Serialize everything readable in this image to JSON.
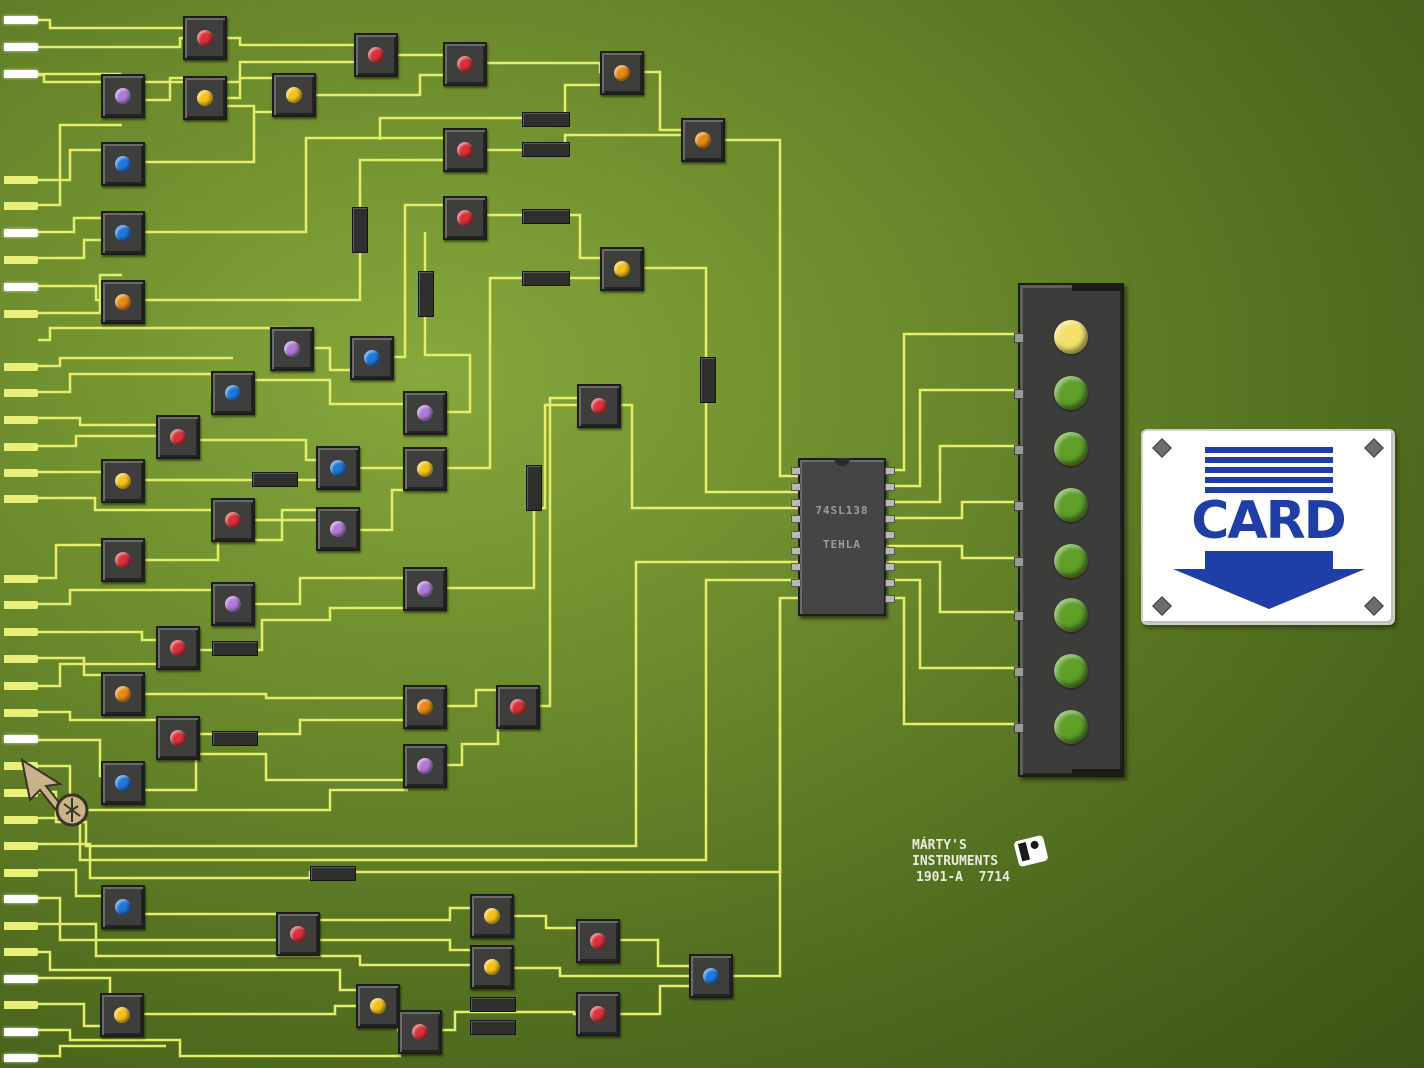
{
  "chip": {
    "label_top": "74SL138",
    "label_bottom": "TEHLA"
  },
  "card_button": {
    "label": "CARD"
  },
  "maker": {
    "line1": "MÁRTY'S",
    "line2": "INSTRUMENTS",
    "line3": "1901-A  7714"
  },
  "colors": {
    "trace": "#e4ee6a",
    "red": "#d8323a",
    "orange": "#e88a14",
    "yellow": "#f5c21a",
    "purple": "#b07ad6",
    "blue": "#1f78dc",
    "output_on": "#f2e06a",
    "output_off": "#5f9f2a",
    "card_blue": "#1f3fa6"
  },
  "input_pins": [
    "on",
    "on",
    "on",
    "off",
    "off",
    "on",
    "off",
    "on",
    "off",
    "off",
    "off",
    "off",
    "off",
    "off",
    "off",
    "off",
    "off",
    "off",
    "off",
    "off",
    "off",
    "on",
    "off",
    "off",
    "off",
    "off",
    "off",
    "on",
    "off",
    "off",
    "on",
    "off",
    "on",
    "on",
    "off",
    "off",
    "off",
    "off",
    "on"
  ],
  "gates": [
    "red",
    "red",
    "red",
    "orange",
    "purple",
    "yellow",
    "yellow",
    "red",
    "orange",
    "blue",
    "red",
    "yellow",
    "blue",
    "orange",
    "purple",
    "blue",
    "blue",
    "purple",
    "red",
    "red",
    "yellow",
    "blue",
    "yellow",
    "red",
    "purple",
    "red",
    "purple",
    "purple",
    "red",
    "orange",
    "orange",
    "red",
    "red",
    "purple",
    "blue",
    "yellow",
    "blue",
    "red",
    "red",
    "yellow",
    "blue",
    "yellow",
    "yellow",
    "red",
    "red",
    "blue",
    "purple",
    "purple",
    "blue"
  ],
  "outputs": [
    "on",
    "off",
    "off",
    "off",
    "off",
    "off",
    "off",
    "off"
  ],
  "icons": {
    "cursor": "pointer-arrow-icon",
    "maker_logo": "instruments-logo-icon",
    "screw": "screw-icon"
  }
}
